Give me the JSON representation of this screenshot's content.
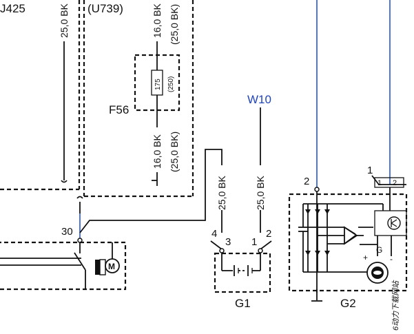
{
  "labels": {
    "j425": "J425",
    "u739": "(U739)",
    "f56": "F56",
    "w10": "W10",
    "g1": "G1",
    "g2": "G2",
    "pin30": "30",
    "pin4": "4",
    "pin3": "3",
    "pin1": "1",
    "pin2_g1": "2",
    "pin2_g2": "2",
    "pin1_g2": "1",
    "pin1_box": "1",
    "pin2_box": "2",
    "g_mark": "G",
    "plus": "+",
    "minus": "-"
  },
  "wires": {
    "w_25bk_top_left": "25,0 BK",
    "w_16bk_top": "16,0 BK",
    "w_25bk_top_paren": "(25,0 BK)",
    "w_16bk_mid": "16,0 BK",
    "w_25bk_mid_paren": "(25,0 BK)",
    "w_25bk_g1_left": "25,0 BK",
    "w_25bk_g1_right": "25,0 BK"
  },
  "fuse": {
    "rating": "175",
    "alt_rating": "(250)"
  },
  "watermark": "6动力下载网站"
}
